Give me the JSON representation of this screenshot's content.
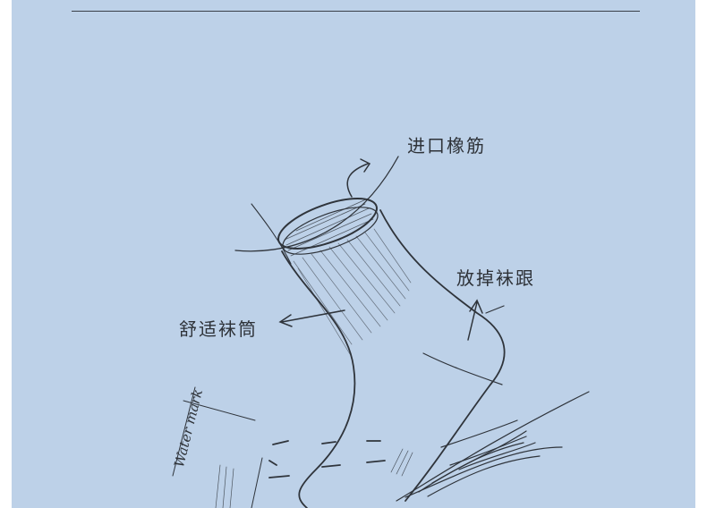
{
  "labels": {
    "top": "进口橡筋",
    "right": "放掉袜跟",
    "left": "舒适袜筒"
  },
  "tag": {
    "brand": "Water mark"
  },
  "colors": {
    "background": "#bdd1e8",
    "ink": "#2e3238"
  }
}
